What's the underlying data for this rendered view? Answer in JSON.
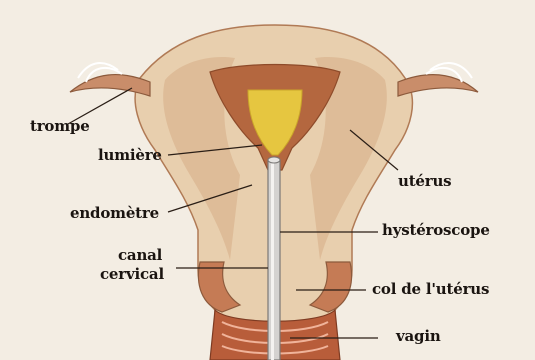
{
  "labels": {
    "trompe": "trompe",
    "lumiere": "lumière",
    "endometre": "endomètre",
    "canal_line1": "canal",
    "canal_line2": "cervical",
    "uterus": "utérus",
    "hysteroscope": "hystéroscope",
    "col": "col de l'utérus",
    "vagin": "vagin"
  }
}
